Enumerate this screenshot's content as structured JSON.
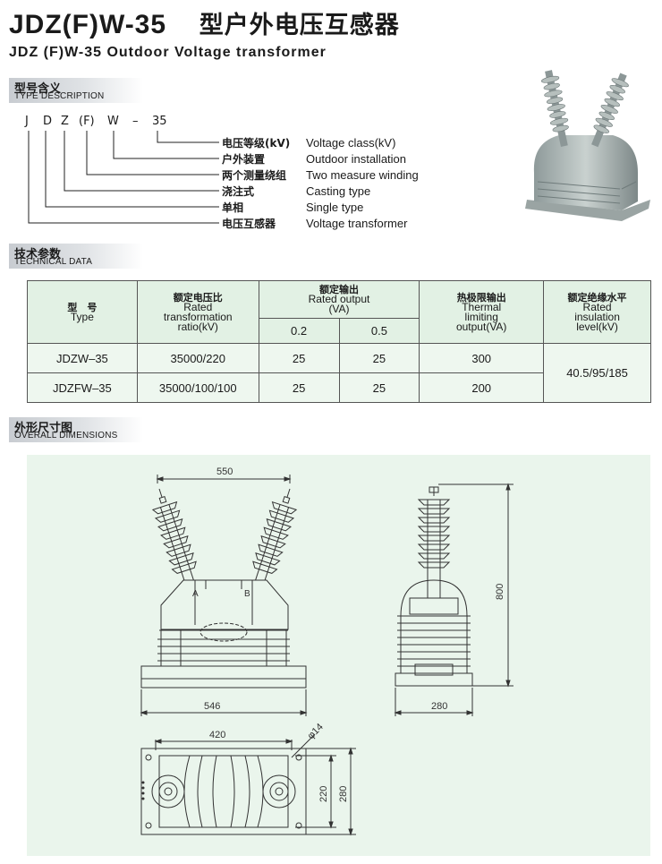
{
  "header": {
    "title_model": "JDZ(F)W-35",
    "title_zh": "型户外电压互感器",
    "subtitle": "JDZ (F)W-35  Outdoor Voltage  transformer"
  },
  "sections": {
    "type_description": {
      "zh": "型号含义",
      "en": "TYPE DESCRIPTION"
    },
    "technical_data": {
      "zh": "技术参数",
      "en": "TECHNICAL DATA"
    },
    "overall_dimensions": {
      "zh": "外形尺寸图",
      "en": "OVERALL DIMENSIONS"
    }
  },
  "model_code": [
    "J",
    "D",
    "Z",
    "(F)",
    "W",
    "–",
    "35"
  ],
  "legend": [
    {
      "zh": "电压等级(kV)",
      "en": "Voltage class(kV)"
    },
    {
      "zh": "户外装置",
      "en": "Outdoor installation"
    },
    {
      "zh": "两个测量绕组",
      "en": "Two measure winding"
    },
    {
      "zh": "浇注式",
      "en": "Casting type"
    },
    {
      "zh": "单相",
      "en": "Single type"
    },
    {
      "zh": "电压互感器",
      "en": "Voltage transformer"
    }
  ],
  "table": {
    "headers": {
      "type": {
        "zh": "型　号",
        "en": "Type"
      },
      "ratio": {
        "zh": "额定电压比",
        "en1": "Rated",
        "en2": "transformation",
        "en3": "ratio(kV)"
      },
      "output": {
        "zh": "额定输出",
        "en1": "Rated output",
        "en2": "(VA)",
        "sub1": "0.2",
        "sub2": "0.5"
      },
      "thermal": {
        "zh": "热极限输出",
        "en1": "Thermal",
        "en2": "limiting",
        "en3": "output(VA)"
      },
      "insulation": {
        "zh": "额定绝缘水平",
        "en1": "Rated",
        "en2": "insulation",
        "en3": "level(kV)"
      }
    },
    "rows": [
      {
        "type": "JDZW–35",
        "ratio": "35000/220",
        "out02": "25",
        "out05": "25",
        "thermal": "300"
      },
      {
        "type": "JDZFW–35",
        "ratio": "35000/100/100",
        "out02": "25",
        "out05": "25",
        "thermal": "200"
      }
    ],
    "insulation_value": "40.5/95/185"
  },
  "dimensions": {
    "front_width_top": "550",
    "front_base_width": "546",
    "side_height": "800",
    "side_width": "280",
    "plan_width": "420",
    "hole_dia": "φ14",
    "plan_inner": "220",
    "plan_outer": "280",
    "terminal_a": "A",
    "terminal_b": "B"
  },
  "colors": {
    "table_bg": "#eef7ef",
    "drawing_bg": "#eaf5ec",
    "section_bar": "#c8ccd1"
  }
}
